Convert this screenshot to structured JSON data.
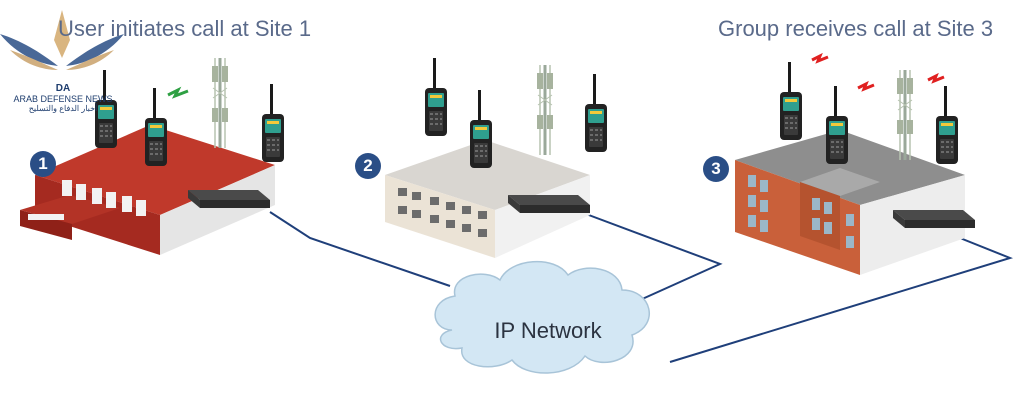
{
  "captions": {
    "site1": "User initiates call at Site 1",
    "site3": "Group receives call at Site 3"
  },
  "sites": [
    {
      "number": "1"
    },
    {
      "number": "2"
    },
    {
      "number": "3"
    }
  ],
  "network": {
    "label": "IP Network"
  },
  "watermark": {
    "initials": "DA",
    "name": "ARAB DEFENSE NEWS",
    "subtitle": "أخبار الدفاع والتسليح"
  },
  "colors": {
    "caption": "#5a6a8a",
    "badge": "#2a4e86",
    "network_line": "#1f3f7a",
    "site1_building": "#c0392b",
    "site2_building": "#ebe3d6",
    "site3_building": "#c9603a",
    "cloud": "#d3e7f4",
    "call_signal_green": "#2ea043",
    "call_signal_red": "#e02020"
  }
}
